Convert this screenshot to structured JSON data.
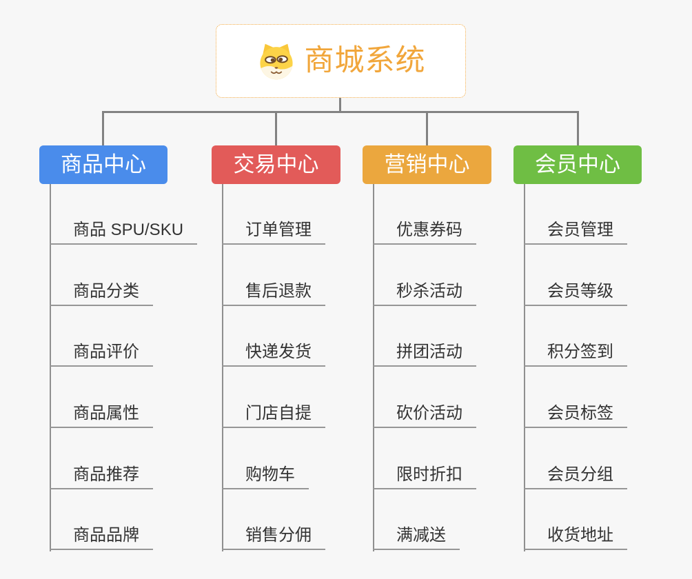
{
  "root": {
    "title": "商城系统",
    "icon": "dog-icon",
    "text_color": "#f1a63b",
    "border_color": "#f3ab45",
    "background": "#ffffff"
  },
  "canvas_background": "#f7f7f7",
  "connector_color": "#828282",
  "leaf_line_color": "#969696",
  "leaf_text_color": "#333333",
  "branches": [
    {
      "label": "商品中心",
      "color": "#4a8ceb",
      "items": [
        "商品 SPU/SKU",
        "商品分类",
        "商品评价",
        "商品属性",
        "商品推荐",
        "商品品牌"
      ]
    },
    {
      "label": "交易中心",
      "color": "#e25b59",
      "items": [
        "订单管理",
        "售后退款",
        "快递发货",
        "门店自提",
        "购物车",
        "销售分佣"
      ]
    },
    {
      "label": "营销中心",
      "color": "#eba73e",
      "items": [
        "优惠券码",
        "秒杀活动",
        "拼团活动",
        "砍价活动",
        "限时折扣",
        "满减送"
      ]
    },
    {
      "label": "会员中心",
      "color": "#6fbe44",
      "items": [
        "会员管理",
        "会员等级",
        "积分签到",
        "会员标签",
        "会员分组",
        "收货地址"
      ]
    }
  ]
}
